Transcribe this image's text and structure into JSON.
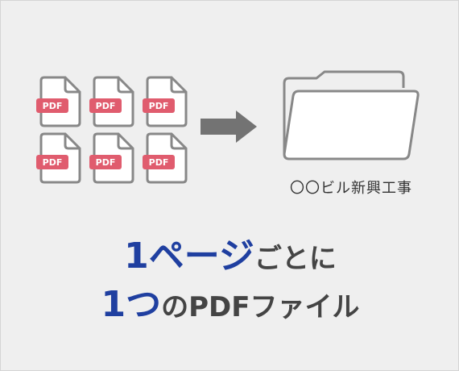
{
  "file_badge_label": "PDF",
  "folder_label": "〇〇ビル新興工事",
  "caption": {
    "line1": {
      "emphasis": "1ページ",
      "rest": "ごとに"
    },
    "line2": {
      "emphasis": "1つ",
      "rest": "のPDFファイル"
    }
  },
  "colors": {
    "background": "#efefef",
    "icon_stroke": "#888888",
    "pdf_badge": "#e05c6e",
    "emphasis_text": "#1f3fa0",
    "body_text": "#444444"
  }
}
